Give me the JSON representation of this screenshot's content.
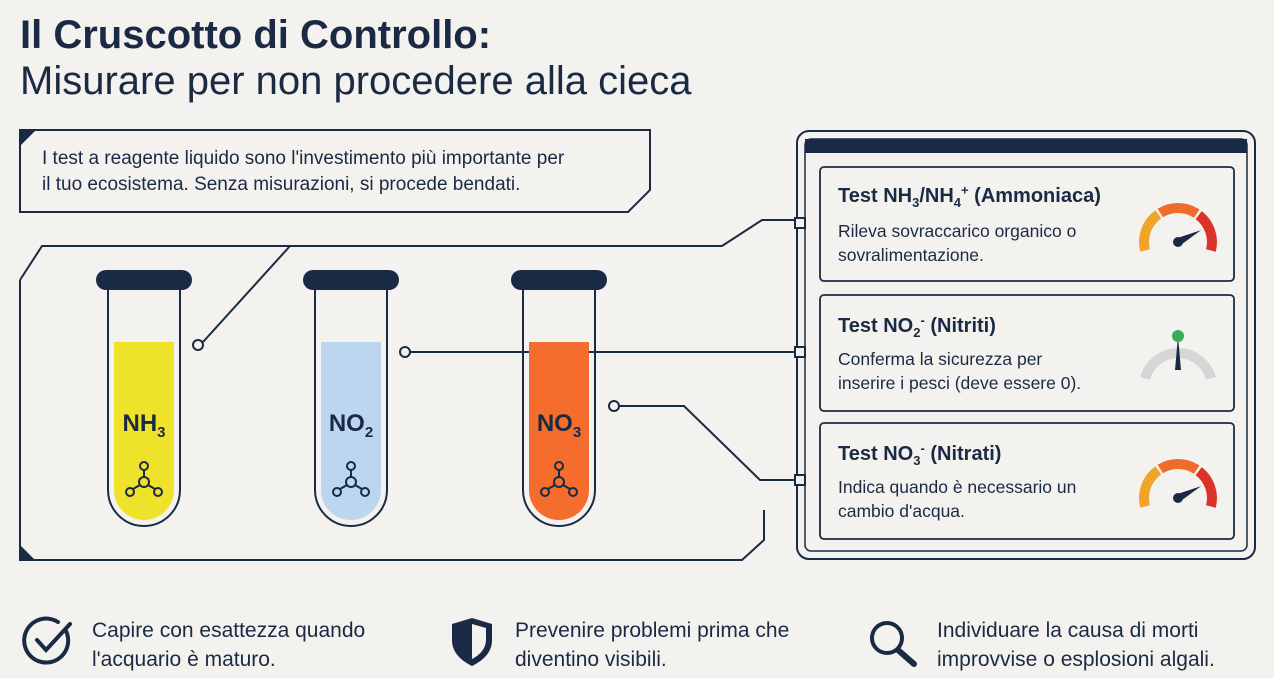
{
  "title": {
    "line1": "Il Cruscotto di Controllo:",
    "line2": "Misurare per non procedere alla cieca"
  },
  "intro": {
    "line1": "I test a reagente liquido sono l'investimento più importante per",
    "line2": "il tuo ecosistema. Senza misurazioni, si procede bendati."
  },
  "tubes": [
    {
      "base": "NH",
      "sub": "3",
      "color": "#efe22a"
    },
    {
      "base": "NO",
      "sub": "2",
      "color": "#bcd6ef"
    },
    {
      "base": "NO",
      "sub": "3",
      "color": "#f46d2d"
    }
  ],
  "cards": [
    {
      "title_a": "Test NH",
      "title_sub": "3",
      "title_b": "/NH",
      "title_sub2": "4",
      "title_sup": "+",
      "title_c": " (Ammoniaca)",
      "desc1": "Rileva sovraccarico organico o",
      "desc2": "sovralimentazione.",
      "gauge_level": 0.8
    },
    {
      "title_a": "Test NO",
      "title_sub": "2",
      "title_sup": "-",
      "title_c": " (Nitriti)",
      "desc1": "Conferma la sicurezza per",
      "desc2": "inserire i pesci (deve essere 0).",
      "gauge_level": 0.5
    },
    {
      "title_a": "Test NO",
      "title_sub": "3",
      "title_sup": "-",
      "title_c": " (Nitrati)",
      "desc1": "Indica quando è necessario un",
      "desc2": "cambio d'acqua.",
      "gauge_level": 0.8
    }
  ],
  "benefits": [
    {
      "icon": "check-circle-icon",
      "line1": "Capire con esattezza quando",
      "line2": "l'acquario è maturo."
    },
    {
      "icon": "shield-icon",
      "line1": "Prevenire problemi prima che",
      "line2": "diventino visibili."
    },
    {
      "icon": "magnifier-icon",
      "line1": "Individuare la causa di morti",
      "line2": "improvvise o esplosioni algali."
    }
  ],
  "colors": {
    "navy": "#1b2a44",
    "yellow": "#efe22a",
    "light_blue": "#bcd6ef",
    "orange": "#f46d2d",
    "gauge_yellow": "#f0a52a",
    "gauge_orange": "#ef6c2a",
    "gauge_red": "#d9332a",
    "gauge_gray": "#d6d6d6",
    "gauge_green": "#3cab5a"
  }
}
